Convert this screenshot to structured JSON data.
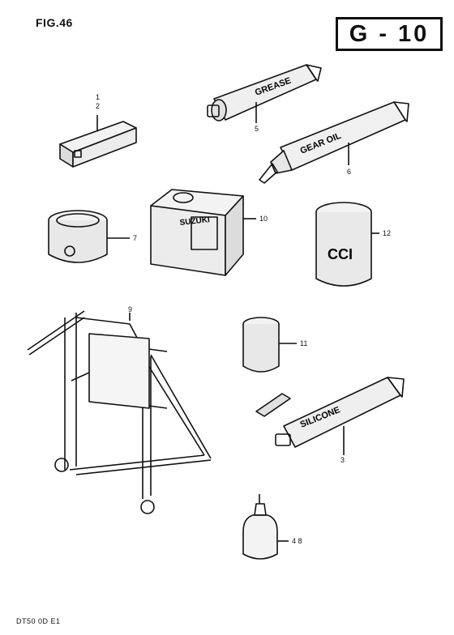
{
  "figure": {
    "title": "FIG.46",
    "section": "G - 10",
    "footer": "DT50 0D E1"
  },
  "callouts": [
    {
      "id": "c1",
      "text": "1"
    },
    {
      "id": "c2",
      "text": "2"
    },
    {
      "id": "c5",
      "text": "5"
    },
    {
      "id": "c6",
      "text": "6"
    },
    {
      "id": "c7",
      "text": "7"
    },
    {
      "id": "c10",
      "text": "10"
    },
    {
      "id": "c12",
      "text": "12"
    },
    {
      "id": "c9",
      "text": "9"
    },
    {
      "id": "c11",
      "text": "11"
    },
    {
      "id": "c3",
      "text": "3"
    },
    {
      "id": "c48",
      "text": "4 8"
    }
  ],
  "product_labels": {
    "grease": "GREASE",
    "gear_oil": "GEAR OIL",
    "suzuki": "SUZUKI",
    "cci": "CCI",
    "silicone": "SILICONE"
  }
}
